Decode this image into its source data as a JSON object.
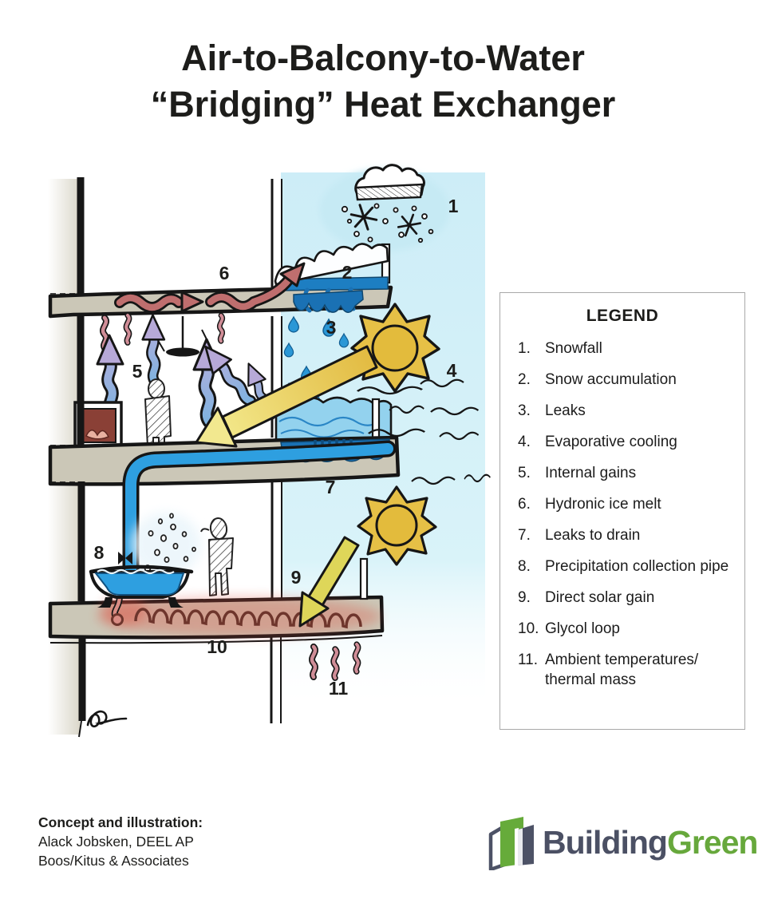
{
  "title": {
    "line1": "Air-to-Balcony-to-Water",
    "line2": "“Bridging” Heat Exchanger"
  },
  "legend": {
    "title": "LEGEND",
    "items": [
      {
        "num": "1.",
        "label": "Snowfall"
      },
      {
        "num": "2.",
        "label": "Snow accumulation"
      },
      {
        "num": "3.",
        "label": "Leaks"
      },
      {
        "num": "4.",
        "label": "Evaporative cooling"
      },
      {
        "num": "5.",
        "label": "Internal gains"
      },
      {
        "num": "6.",
        "label": "Hydronic ice melt"
      },
      {
        "num": "7.",
        "label": "Leaks to drain"
      },
      {
        "num": "8.",
        "label": "Precipitation collection pipe"
      },
      {
        "num": "9.",
        "label": "Direct solar gain"
      },
      {
        "num": "10.",
        "label": "Glycol loop"
      },
      {
        "num": "11.",
        "label": "Ambient temperatures/ thermal mass"
      }
    ]
  },
  "diagram": {
    "callouts": {
      "c1": "1",
      "c2": "2",
      "c3": "3",
      "c4": "4",
      "c5": "5",
      "c6": "6",
      "c7": "7",
      "c8": "8",
      "c9": "9",
      "c10": "10",
      "c11": "11"
    }
  },
  "credits": {
    "heading": "Concept and illustration:",
    "line1": "Alack Jobsken, DEEL AP",
    "line2": "Boos/Kitus & Associates"
  },
  "logo": {
    "part1": "Building",
    "part2": "Green"
  },
  "colors": {
    "sky_panel": "#cfeef7",
    "slab_gray": "#cbc7b7",
    "water_blue": "#2e9fe0",
    "deep_water": "#1a71b4",
    "sun_yellow": "#e6c046",
    "heat_arrow_red": "#bf6e6e",
    "gain_arrow_purple": "#b7a9d8",
    "glycol_red": "#6e352c",
    "logo_slate": "#4b5064",
    "logo_green": "#67a83c"
  }
}
